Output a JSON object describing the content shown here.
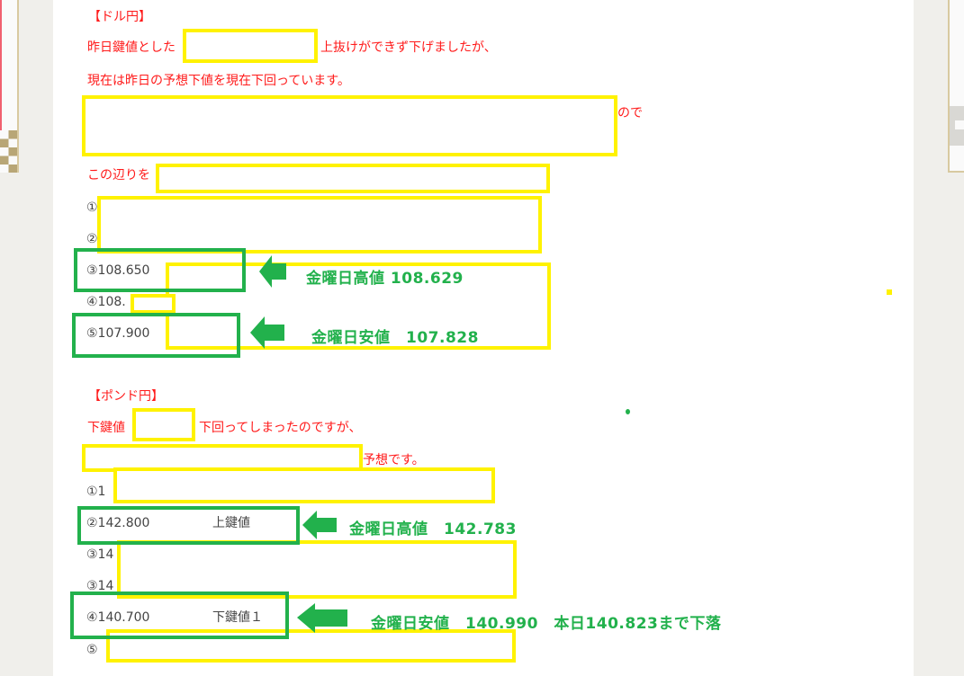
{
  "usdjpy": {
    "heading": "【ドル円】",
    "line1_a": "昨日鍵値とした",
    "line1_b": "上抜けができず下げましたが、",
    "line2": "現在は昨日の予想下値を現在下回っています。",
    "line3_tail": "ので",
    "line4": "この辺りを",
    "levels": [
      "①",
      "②",
      "③108.650",
      "④108.",
      "⑤107.900"
    ],
    "notes": [
      "金曜日高値 108.629",
      "金曜日安値　107.828"
    ]
  },
  "gbpjpy": {
    "heading": "【ポンド円】",
    "line1_a": "下鍵値",
    "line1_b": "下回ってしまったのですが、",
    "line2_tail": "予想です。",
    "levels": [
      "①1",
      "②142.800",
      "③14",
      "③14",
      "④140.700",
      "⑤"
    ],
    "level_tags": {
      "upper": "上鍵値",
      "lower": "下鍵値１"
    },
    "notes": [
      "金曜日高値　142.783",
      "金曜日安値　140.990　本日140.823まで下落"
    ]
  },
  "colors": {
    "redact": "#fff200",
    "highlight": "#22b14c",
    "text_red": "#ff1a1a"
  }
}
